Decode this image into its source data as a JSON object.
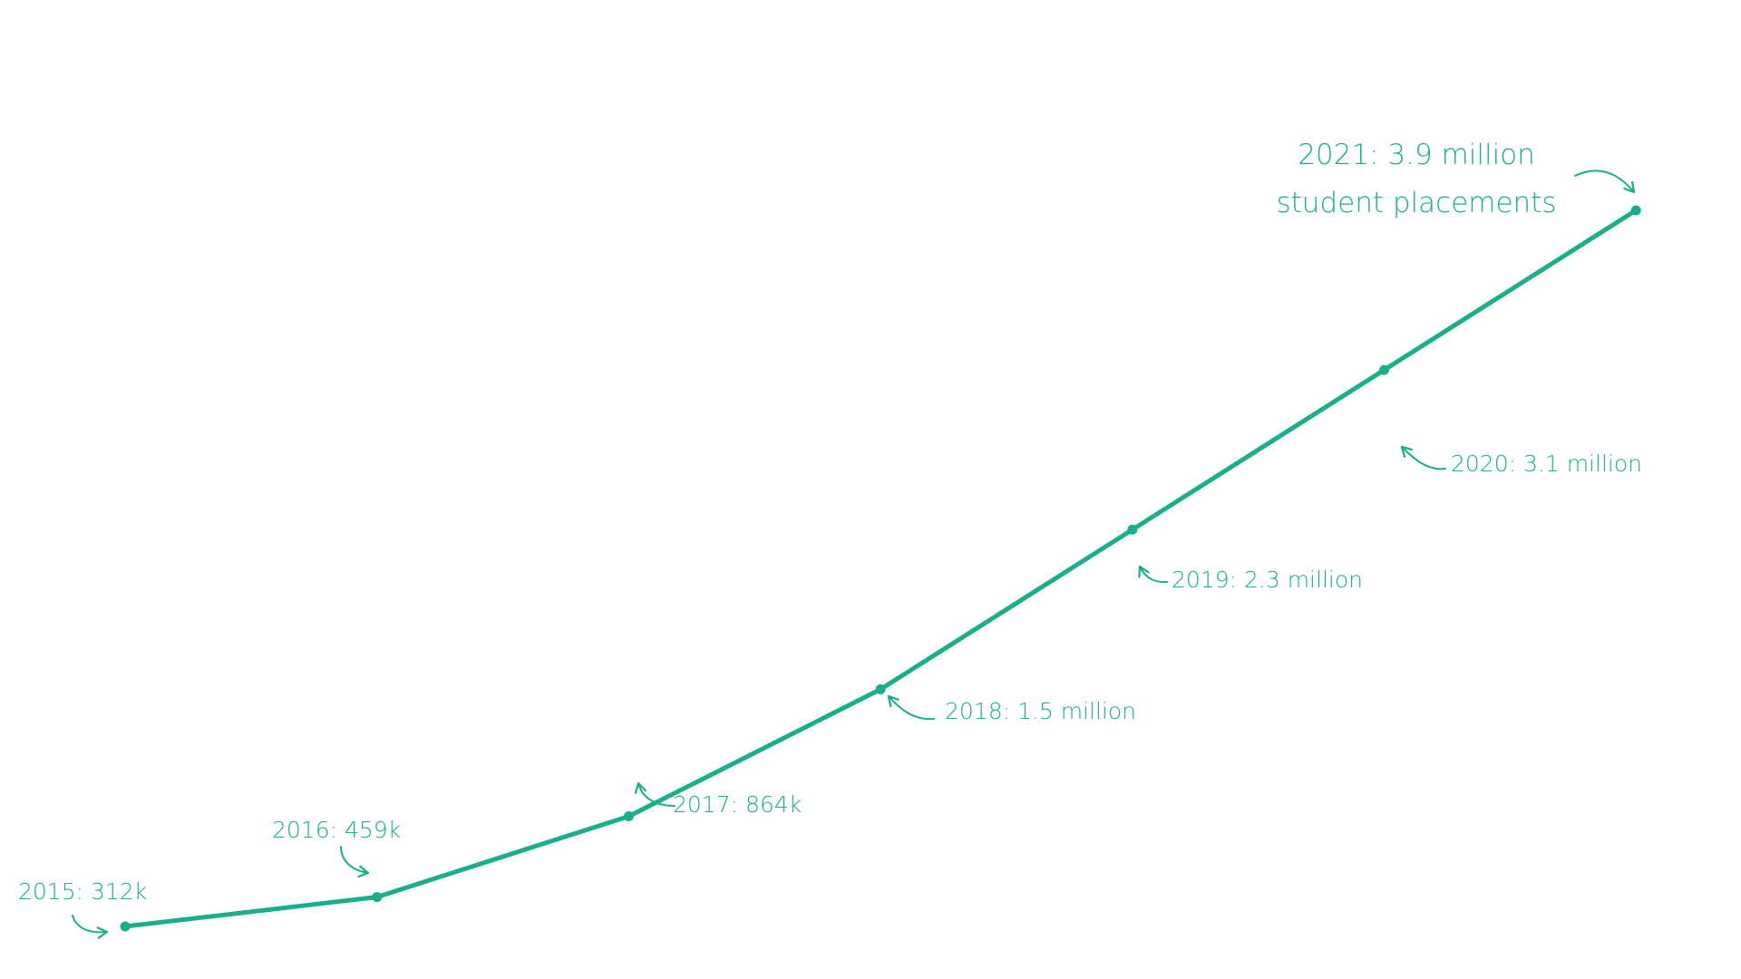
{
  "chart_data": {
    "type": "line",
    "title": "",
    "xlabel": "",
    "ylabel": "",
    "grid": false,
    "legend": "none",
    "color": "#1aae8a",
    "x": [
      "2015",
      "2016",
      "2017",
      "2018",
      "2019",
      "2020",
      "2021"
    ],
    "values": [
      312000,
      459000,
      864000,
      1500000,
      2300000,
      3100000,
      3900000
    ],
    "ylim": [
      0,
      4000000
    ],
    "annotations": [
      {
        "text": "2015: 312k"
      },
      {
        "text": "2016: 459k"
      },
      {
        "text": "2017: 864k"
      },
      {
        "text": "2018: 1.5 million"
      },
      {
        "text": "2019: 2.3 million"
      },
      {
        "text": "2020: 3.1 million"
      },
      {
        "text": "2021: 3.9 million",
        "text2": "student placements"
      }
    ]
  }
}
